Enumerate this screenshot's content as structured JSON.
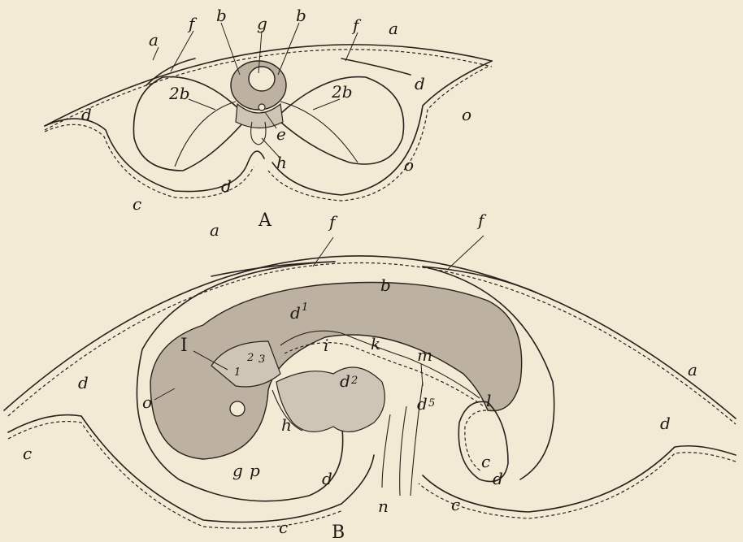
{
  "figures": {
    "A": {
      "caption": "A",
      "labels": {
        "a_left": "a",
        "f_left": "f",
        "b_left": "b",
        "g": "g",
        "b_right": "b",
        "f_right": "f",
        "a_right": "a",
        "2b_left": "2b",
        "2b_right": "2b",
        "d_upper_right": "d",
        "o_far_right": "o",
        "d_left": "d",
        "e": "e",
        "h": "h",
        "o_lower_right": "o",
        "d_bottom": "d",
        "c": "c"
      }
    },
    "B": {
      "caption": "B",
      "labels": {
        "a_upper_left": "a",
        "f_left": "f",
        "f_right": "f",
        "b": "b",
        "d_upper": "d",
        "d_upper_sup": "1",
        "I": "I",
        "i": "i",
        "k": "k",
        "m": "m",
        "d2": "d",
        "d2_sup": "2",
        "d5": "d",
        "d5_sup": "5",
        "o": "o",
        "g": "g",
        "p": "p",
        "h": "h",
        "d_left": "d",
        "c_left": "c",
        "d_lower_mid": "d",
        "n": "n",
        "l": "l",
        "c_allantois": "c",
        "d_allantois": "d",
        "a_right": "a",
        "d_right": "d",
        "c_bottom_left": "c",
        "c_bottom_right": "c",
        "num_1": "1",
        "num_2": "2",
        "num_3": "3"
      }
    }
  }
}
